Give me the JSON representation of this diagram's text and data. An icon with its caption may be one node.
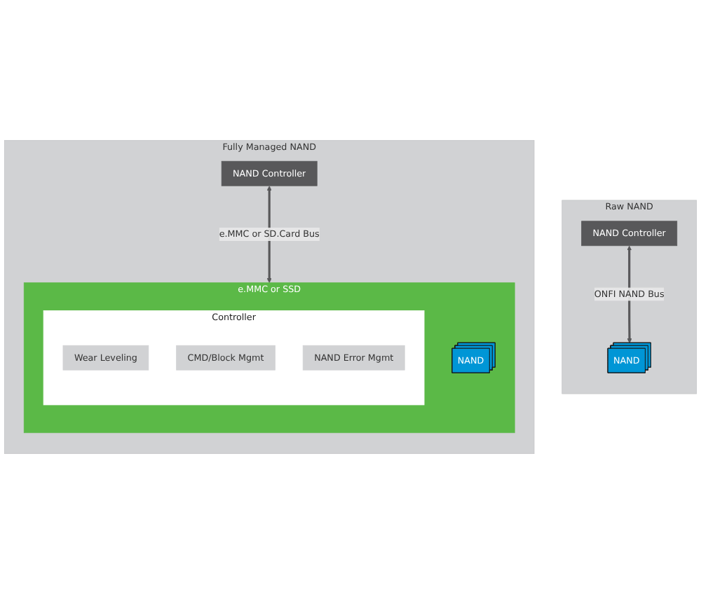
{
  "diagram": {
    "nodes": [
      {
        "text": [
          "Raw NAND"
        ]
      },
      {
        "text": [
          "NAND Controller"
        ],
        "in": 0
      },
      {
        "text": [
          "NAND"
        ],
        "in": 0
      },
      {
        "text": [
          "Fully Managed NAND"
        ]
      },
      {
        "text": [
          "NAND Controller"
        ],
        "in": 3
      },
      {
        "text": [
          "e.MMC or SSD"
        ],
        "in": 3
      },
      {
        "text": [
          "Controller"
        ],
        "in": 5
      },
      {
        "text": [
          "Wear Leveling"
        ],
        "in": 6
      },
      {
        "text": [
          "CMD/Block Mgmt"
        ],
        "in": 6
      },
      {
        "text": [
          "NAND Error Mgmt"
        ],
        "in": 6
      },
      {
        "text": [
          "NAND"
        ],
        "in": 5
      }
    ],
    "edges": [
      {
        "from": 1,
        "to": 2,
        "arrow": "both",
        "label": "ONFI NAND Bus"
      },
      {
        "from": 4,
        "to": 5,
        "arrow": "both",
        "label": "e.MMC or SD.Card Bus"
      }
    ]
  }
}
